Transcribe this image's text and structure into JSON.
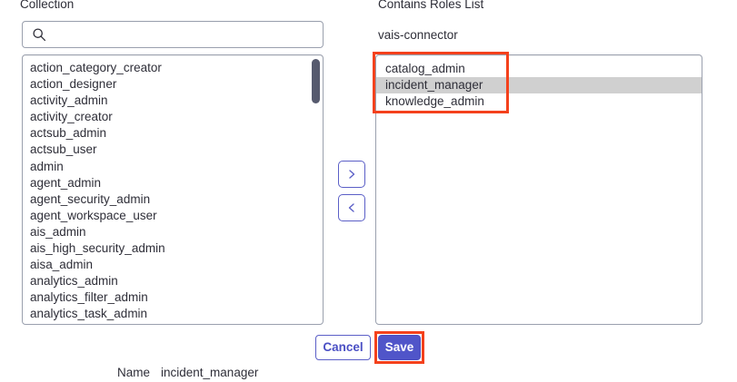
{
  "left_panel": {
    "header_label": "Collection",
    "search": {
      "value": "",
      "placeholder": "",
      "icon": "search-icon"
    },
    "items": [
      "action_category_creator",
      "action_designer",
      "activity_admin",
      "activity_creator",
      "actsub_admin",
      "actsub_user",
      "admin",
      "agent_admin",
      "agent_security_admin",
      "agent_workspace_user",
      "ais_admin",
      "ais_high_security_admin",
      "aisa_admin",
      "analytics_admin",
      "analytics_filter_admin",
      "analytics_task_admin"
    ],
    "scrollbar": {
      "name": "collection-scrollbar",
      "thumb_color": "#565a6e"
    }
  },
  "transfer": {
    "add_label": "›",
    "remove_label": "‹",
    "add_icon": "chevron-right-icon",
    "remove_icon": "chevron-left-icon",
    "accent_color": "#5b5fc7"
  },
  "right_panel": {
    "header_label": "Contains Roles List",
    "connector_name": "vais-connector",
    "items": [
      {
        "label": "catalog_admin",
        "selected": false
      },
      {
        "label": "incident_manager",
        "selected": true
      },
      {
        "label": "knowledge_admin",
        "selected": false
      }
    ],
    "selected_row_color": "#d0d0d0"
  },
  "footer": {
    "cancel_label": "Cancel",
    "save_label": "Save",
    "cancel_text_color": "#4a4fc4",
    "save_bg_color": "#5055c9"
  },
  "name_row": {
    "key": "Name",
    "value": "incident_manager"
  },
  "annotations": {
    "color": "#f4411c",
    "boxes": [
      {
        "name": "roles-list-highlight"
      },
      {
        "name": "save-button-highlight"
      }
    ]
  }
}
